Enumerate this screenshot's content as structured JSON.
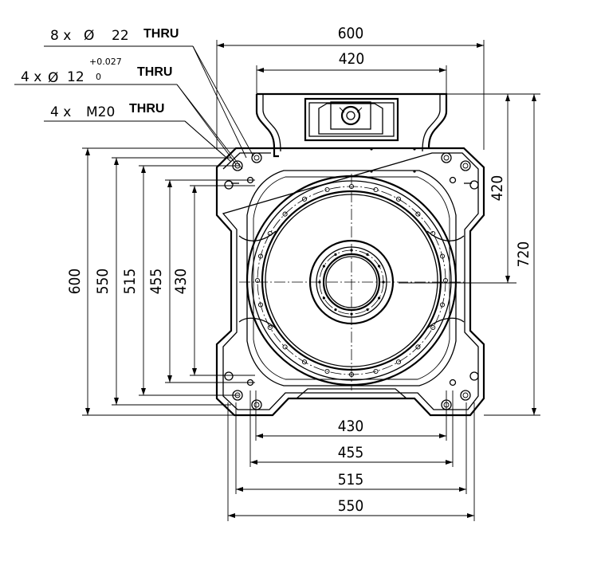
{
  "callouts": {
    "c1_qty": "8 x",
    "c1_diam_sym": "Ø",
    "c1_size": "22",
    "c1_thru": "THRU",
    "c2_qty": "4 x",
    "c2_diam_sym": "Ø",
    "c2_size": "12",
    "c2_tol_upper": "+0.027",
    "c2_tol_lower": "0",
    "c2_thru": "THRU",
    "c3_qty": "4 x",
    "c3_size": "M20",
    "c3_thru": "THRU"
  },
  "dimensions": {
    "top_overall": "600",
    "top_inner": "420",
    "left_600": "600",
    "left_550": "550",
    "left_515": "515",
    "left_455": "455",
    "left_430": "430",
    "right_420": "420",
    "right_720": "720",
    "bottom_430": "430",
    "bottom_455": "455",
    "bottom_515": "515",
    "bottom_550": "550"
  }
}
